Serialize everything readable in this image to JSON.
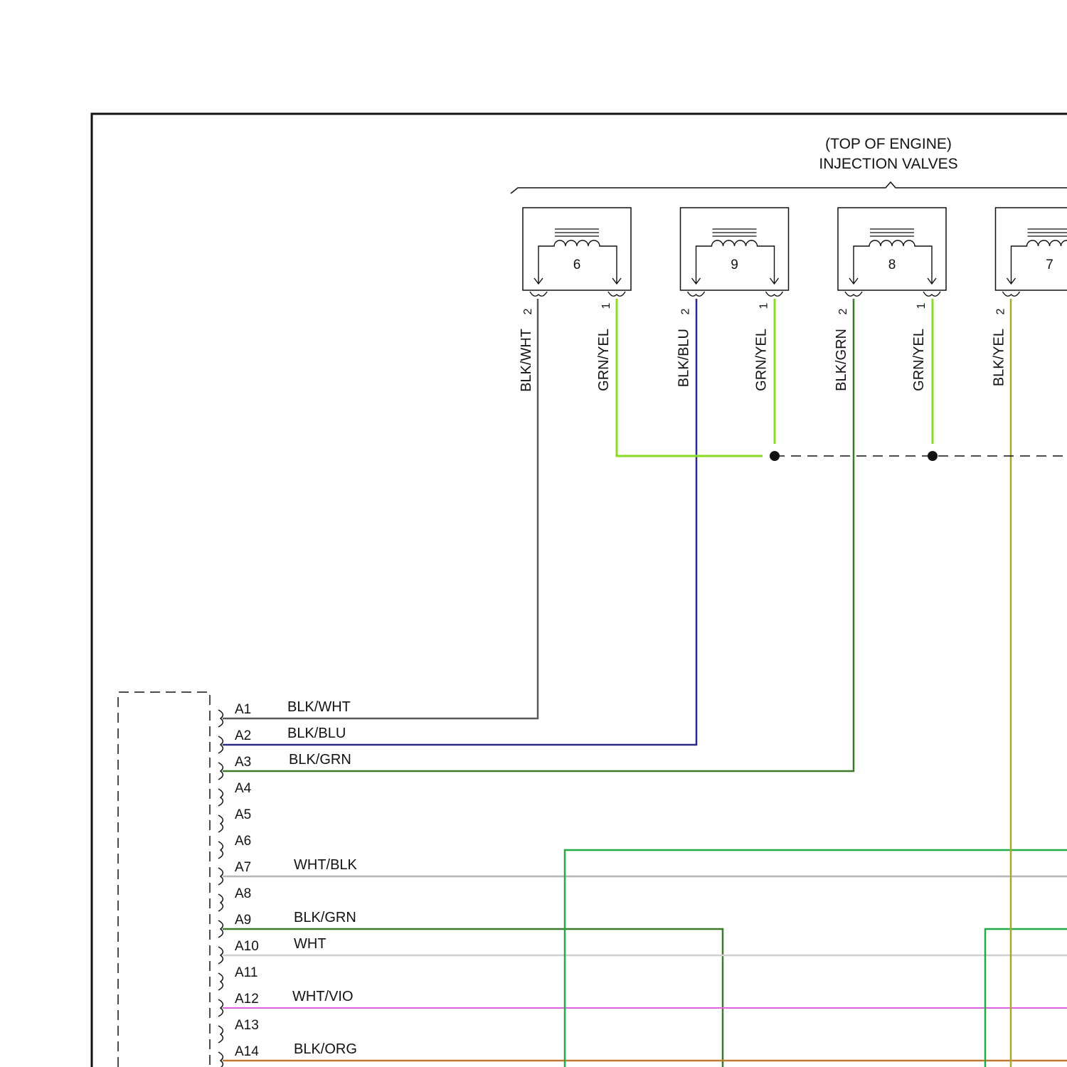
{
  "group": {
    "line1": "(TOP OF ENGINE)",
    "line2": "INJECTION VALVES"
  },
  "injectors": [
    {
      "cyl": "6",
      "pin2": "2",
      "pin1": "1",
      "wire2": "BLK/WHT",
      "wire1": "GRN/YEL"
    },
    {
      "cyl": "9",
      "pin2": "2",
      "pin1": "1",
      "wire2": "BLK/BLU",
      "wire1": "GRN/YEL"
    },
    {
      "cyl": "8",
      "pin2": "2",
      "pin1": "1",
      "wire2": "BLK/GRN",
      "wire1": "GRN/YEL"
    },
    {
      "cyl": "7",
      "pin2": "2",
      "pin1": "",
      "wire2": "BLK/YEL",
      "wire1": ""
    }
  ],
  "connector_pins": [
    {
      "pin": "A1",
      "wire": "BLK/WHT"
    },
    {
      "pin": "A2",
      "wire": "BLK/BLU"
    },
    {
      "pin": "A3",
      "wire": "BLK/GRN"
    },
    {
      "pin": "A4",
      "wire": ""
    },
    {
      "pin": "A5",
      "wire": ""
    },
    {
      "pin": "A6",
      "wire": ""
    },
    {
      "pin": "A7",
      "wire": "WHT/BLK"
    },
    {
      "pin": "A8",
      "wire": ""
    },
    {
      "pin": "A9",
      "wire": "BLK/GRN"
    },
    {
      "pin": "A10",
      "wire": "WHT"
    },
    {
      "pin": "A11",
      "wire": ""
    },
    {
      "pin": "A12",
      "wire": "WHT/VIO"
    },
    {
      "pin": "A13",
      "wire": ""
    },
    {
      "pin": "A14",
      "wire": "BLK/ORG"
    }
  ],
  "colors": {
    "BLK/WHT": "#5a5a5a",
    "BLK/BLU": "#2a2a8a",
    "BLK/GRN": "#3a7a2a",
    "GRN/YEL": "#88dd22",
    "BLK/YEL": "#a8a830",
    "WHT/BLK": "#b8b8b8",
    "WHT": "#d0d0d0",
    "WHT/VIO": "#e060e0",
    "BLK/ORG": "#c07a30",
    "GREEN": "#22aa44"
  }
}
